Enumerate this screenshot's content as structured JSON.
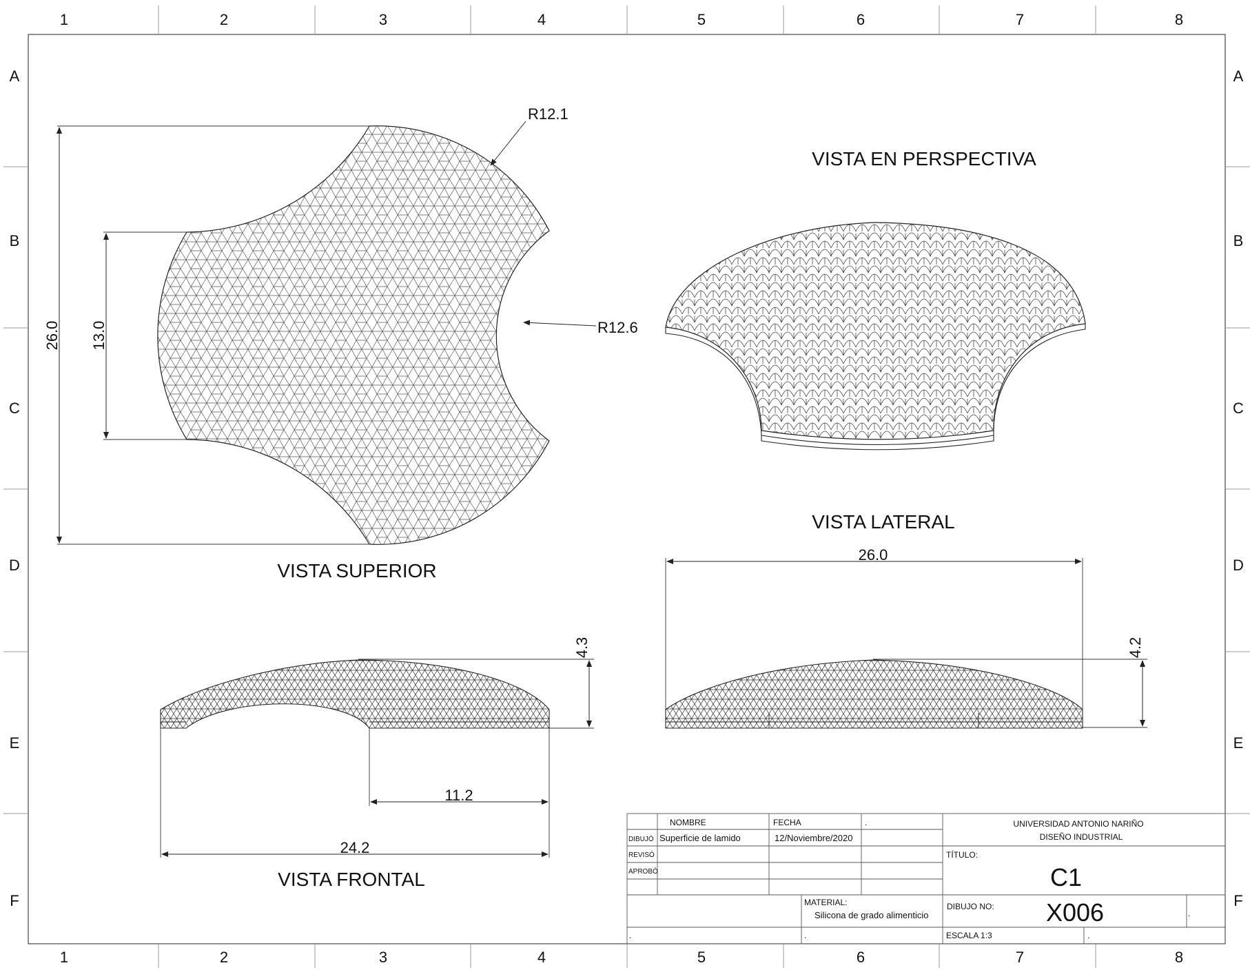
{
  "sheet": {
    "col_labels": [
      "1",
      "2",
      "3",
      "4",
      "5",
      "6",
      "7",
      "8"
    ],
    "row_labels": [
      "A",
      "B",
      "C",
      "D",
      "E",
      "F"
    ]
  },
  "views": {
    "top": "VISTA SUPERIOR",
    "perspective": "VISTA EN PERSPECTIVA",
    "side": "VISTA LATERAL",
    "front": "VISTA FRONTAL"
  },
  "dimensions": {
    "top_height": "26.0",
    "top_inner": "13.0",
    "radius_outer": "R12.1",
    "radius_inner": "R12.6",
    "side_width": "26.0",
    "side_height": "4.2",
    "front_height": "4.3",
    "front_partial": "11.2",
    "front_width": "24.2"
  },
  "title_block": {
    "header_nombre": "NOMBRE",
    "header_fecha": "FECHA",
    "header_dot": ".",
    "row_dibujo": "DIBUJÓ",
    "dibujo_nombre": "Superficie de lamido",
    "dibujo_fecha": "12/Noviembre/2020",
    "row_reviso": "REVISÓ",
    "row_aprobo": "APROBÓ",
    "university": "UNIVERSIDAD ANTONIO NARIÑO",
    "department": "DISEÑO INDUSTRIAL",
    "titulo_label": "TÍTULO:",
    "titulo": "C1",
    "material_label": "MATERIAL:",
    "material": "Silicona de grado alimenticio",
    "dibujo_no_label": "DIBUJO NO:",
    "dibujo_no": "X006",
    "escala": "ESCALA 1:3",
    "dot": "."
  }
}
